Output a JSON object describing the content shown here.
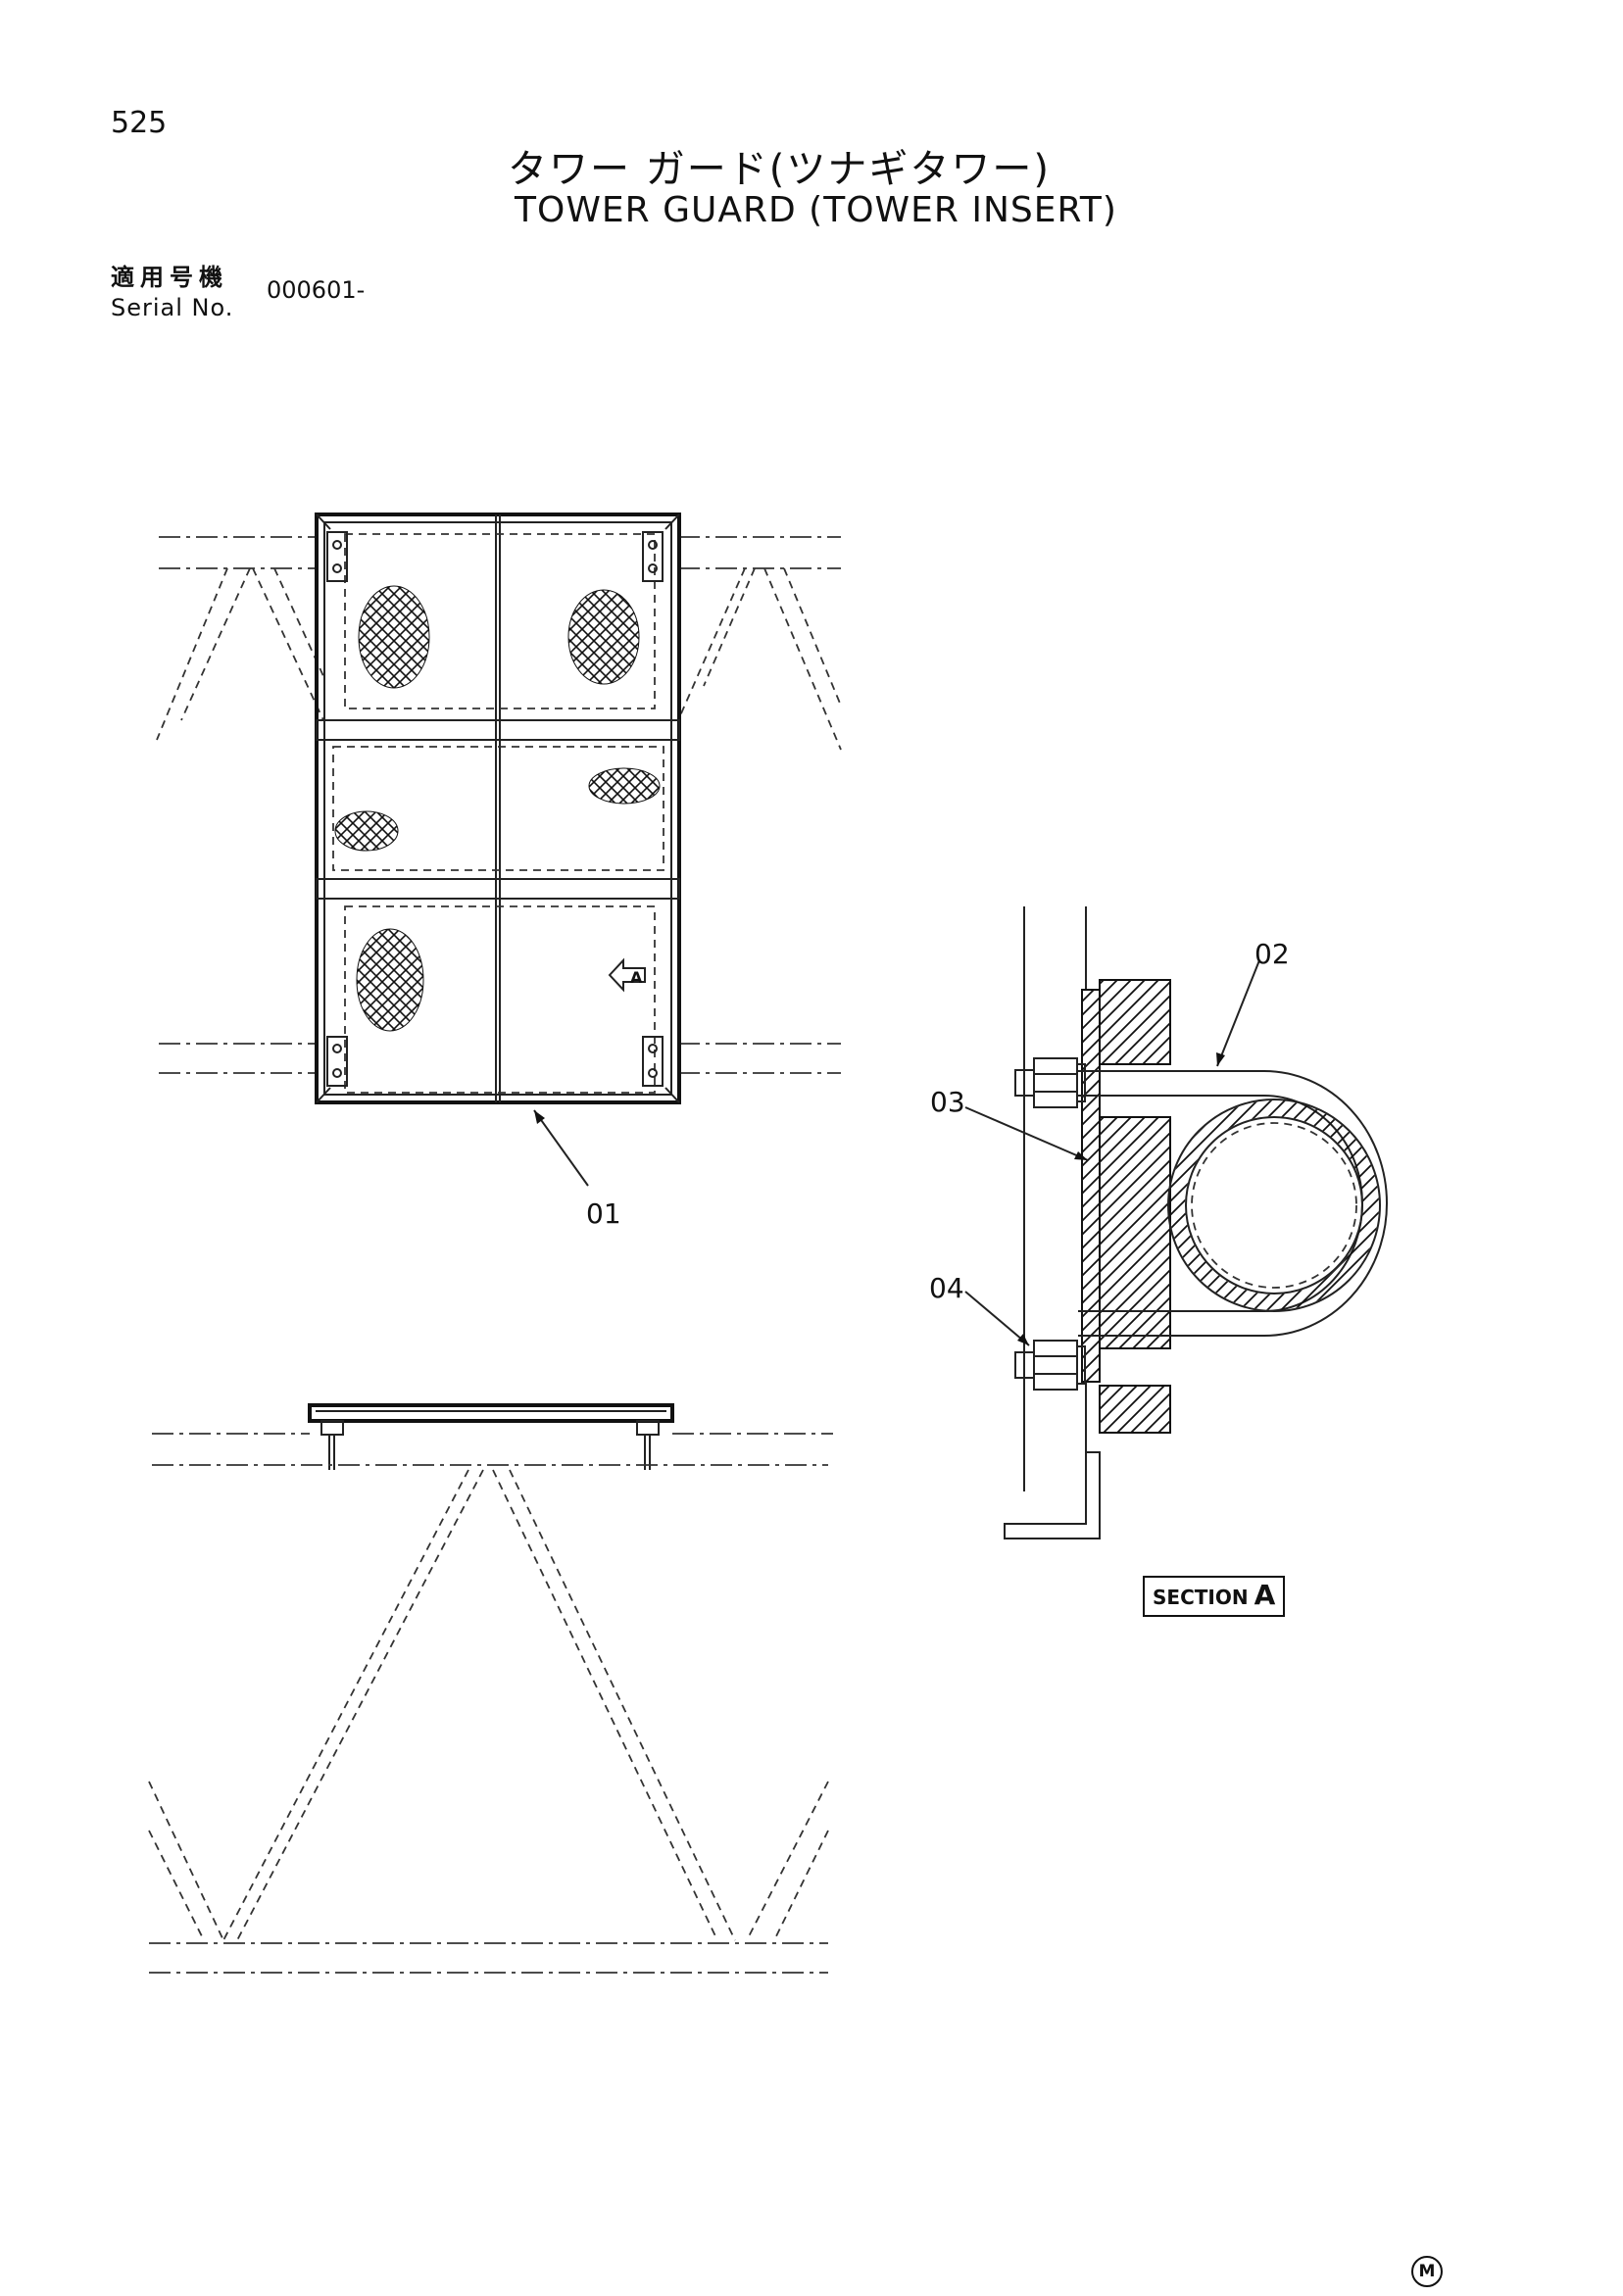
{
  "page_number": "525",
  "title_jp": "タワー ガード(ツナギタワー)",
  "title_en": "TOWER GUARD (TOWER INSERT)",
  "serial": {
    "label_jp": "適用号機",
    "label_en": "Serial No.",
    "value": "000601-"
  },
  "callouts": {
    "part_01": "01",
    "part_02": "02",
    "part_03": "03",
    "part_04": "04",
    "view_marker": "A"
  },
  "section": {
    "prefix": "SECTION",
    "letter": "A"
  },
  "footer_mark": "M"
}
